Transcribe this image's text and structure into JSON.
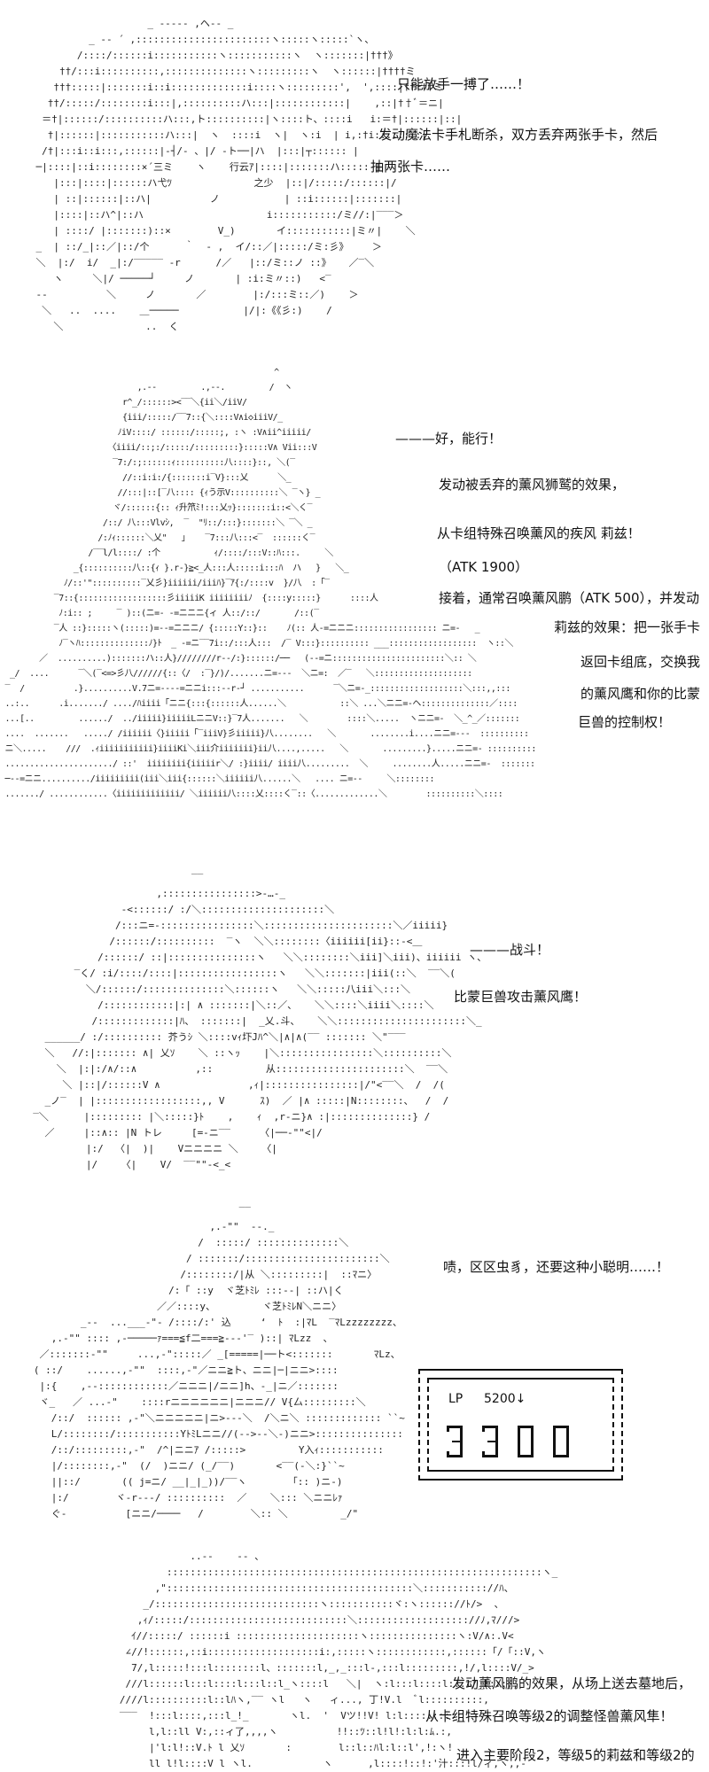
{
  "panels": [
    {
      "art": [
        "                       _ -‐‐‐‐ ,ヘ‐‐ _",
        "             _ -‐ ´ ,:::::::::::::::::::::::ヽ:::::ヽ:::::`ヽ、",
        "           /::::/::::::i:::::::::::ヽ:::::::::::ヽ  ヽ:::::::|†††》",
        "        ††/:::i::::::::::,::::::::::::::ヽ:::::::::ヽ  ヽ::::::|††††ミ",
        "       †††:::::|:::::::i::i:::::::::::::i::::ヽ:::::::::',  ',::::|†††††ミ",
        "      ††/:::::/::::::::i:::|,::::::::::ハ:::|::::::::::::|    ,::|††ﾞ＝ニ|",
        "     ＝†|::::::/::::::::::ハ:::,ト::::::::::|ヽ::::ト、::::i   i:＝†|::::::|::|",
        "      †|::::::|:::::::::::ハ:::|  ヽ  ::::i  ヽ|  ヽ:i  | i,:†i::::::::|",
        "     /†|:::i::i:::,::::::|-┤/‐ 、|/ ‐ト──|ハ  |:::|┬:::::: |",
        "    ─|::::|::i::::::::×´三ミ    ヽ    行云ｱ|::::|:::::::ハ::::: |",
        "       |:::|::::|::::::ハ弋ﾂ              之少  |::|/:::::/::::::|/",
        "       | ::|::::::|::ハ|          ノ           | ::i::::::|:::::::|",
        "       |::::|::ハ^|::ハ                     i:::::::::::/ミ//:|‾‾‾＞",
        "       | ::::/ |:::::::)::×        V_)       イ:::::::::::|ミ〃|    ＼",
        "    _  | ::/_|::／|::/个      ｀  ‐ ,  イ/::／|:::::/ミ:彡》    ＞",
        "    ＼  |:/  i/  _|:/‾‾‾‾‾ ‐r      /／   |::/ミ::ノ ::》   ／‾＼",
        "       ヽ     ＼|/ ─────┘     ノ       | :i:ミ〃::)   <‾",
        "    ‐‐          ＼     ノ       ／        |:/:::ミ::／)    ＞",
        "     ＼   ..  ....    ＿─────           |/|:《《彡:)    /",
        "       ＼              ..  く"
      ],
      "lines": [
        "只能放手一搏了……！",
        "发动魔法卡手札断杀，双方丢弃两张手卡，然后",
        "抽两张卡……"
      ]
    },
    {
      "art": [
        "                                                        ^",
        "                            ,.--         .,--.         /  ヽ",
        "                         r^_/::::::><‾‾＼{ii＼/iiV/",
        "                         {iii/:::::/‾‾7::{＼::::V∧i◇iiiV/_",
        "                        ﾉiV::::/ ::::::/:::::;, :ヽ :V∧ii^iiiii/",
        "                      〈iiii/::;:/:::::/:::::::::}:::::V∧ Vii:::V",
        "                       ‾7:/:;::::::ｨ::::::::::八::::}::, ＼(‾",
        "                         //::i:i:/{:::::::i‾V}:::乂      ＼_",
        "                        //:::|::[‾八:::: {ｨう示V::::::::::＼ ‾ヽ} _",
        "                       ヾ/::::::{:: ｨ升笊ﾐ!:::乂ｯ}:::::::i::<＼く‾",
        "                     /::/ 八:::Vlvｼ,  ‾  \"ﾘ::/:::}:::::::＼ ‾＼ _",
        "                    /:ﾉｨ::::::＼乂\"   ｣    ‾7:::八:::<‾  ::::::く‾",
        "                  /‾‾l/l::::/ :个           ｨ/::::/:::V::ﾊ:::.     ＼",
        "               _{::::::::::八::{ｨ }.r‐}≧<_人:::人:::::i:::ﾊ  ハ   }   ＼_",
        "             ﾉ/::'\"::::::::::‾乂彡}iiiiii/iiiﾊ}‾ｱ{:/::::v  }/八  :「‾",
        "           ‾7::{::::::::::::::::::彡iiiiiK iiiiiiiiﾉ  {::::y:::::}      ::::人",
        "            ﾉ:i:: ;     ‾ )::(ニ=‐ ‐=ニニニ{ィ 人::/::/       /::(‾",
        "           ‾人 ::}:::::ヽ(:::::)=‐‐=ニニニ/ {:::::Y::}::    ﾉ(:: 人‐=ニニニ::::::::::::::::: ニ=‐   _",
        "            ﾉ‾ヽﾊ::::::::::::::ﾉ}ﾄ  _ ‐=ニ‾‾7i::/:::人:::  /‾ V:::}:::::::::: ___::::::::::::::::::  ヽ::＼",
        "        ／  ..........):::::::ハ::人}////////r‐‐/:}::::::/──   (‐‐=ニ:::::::::::::::::::::::＼:: ＼",
        "  _/  ....      ‾＼(‾<=>彡八//////{::〈/  :‾}/)/.......ニ=‐‐‐  ＼ニ=:  ／‾   ＼::::::::::::::::::::",
        " ‾  /          .}..........V.7ニ=‐‐‐‐=ニニi:::‐‐r‐┘ ...........      ‾＼ニ=‐_:::::::::::::::::::＼:::,,:::",
        " ..:..      .i......./ ..../ﾊiiii「ニニ{:::{::::::人......＼           ::＼ ...＼ニニ=‐ヘ::::::::::::::／::::",
        " ...[..         ....../  ../iiiii}iiiiiLニニV::}‾7人.......   ＼        ::::＼.....  ヽニニ=‐  ＼_^_／:::::::",
        " ....  .......   ...../ /iiiiii〈}iiiii「‾iiiV}彡iiiii}八........   ＼       ........i....ニニ=‐‐‐  ::::::::::",
        " ニ＼.....    ///  .ｨiiiiiiiiiii}iiiiKi＼iii介iiiiiii}ii八....,.....   ＼       .........}.....ニニ=‐ ::::::::::",
        " ....................../ ::'  iiiiiiii{iiiiir＼/ :}iiii/ iiii八.........  ＼     ........人.....ニニ=‐  :::::::",
        " ─‐‐=ニニ........../iiiiiiiii(iii＼iii{::::::＼iiiiii八......＼   .... ニ=‐‐     ＼::::::::",
        " ......./ ............〈iiiiiiiiiiiii/ ＼iiiiii八::::乂::::く‾::〈.............＼        ::::::::::＼::::"
      ],
      "lines": [
        "———好，能行！",
        "发动被丢弃的薰风狮鹫的效果，",
        "从卡组特殊召唤薰风的疾风 莉兹！",
        "（ATK 1900）",
        "接着，通常召唤薰风鹏（ATK 500），并发动",
        "莉兹的效果：把一张手卡",
        "返回卡组底，交换我",
        "的薰风鹰和你的比蒙",
        "巨兽的控制权！"
      ]
    },
    {
      "art": [
        "                             ‾‾",
        "                       ,::::::::::::::::>‐…‐_",
        "                 ‐<::::::/ :/＼:::::::::::::::::::::＼",
        "                /:::ニ=‐::::::::::::::::＼::::::::::::::::::::::＼／iiiii}",
        "               /::::::/::::::::::  ‾ヽ  ＼＼::::::::〈iiiiii[ii}::‐<＿",
        "             /::::::/ ::|:::::::::::::::ヽ   ＼＼::::::::＼iii]＼iii)、iiiiii ヽ、",
        "         ‾く/ :i/::::/::::|:::::::::::::::::ヽ   ＼＼:::::::|iii(::＼  ‾‾＼(",
        "           ＼/::::::/::::::::::::::＼::::::ヽ   ＼＼:::::八iii＼:::＼",
        "             /::::::::::::|:| ∧ :::::::|＼::／、   ＼＼::::＼iiii＼::::＼",
        "            /:::::::::::::|ﾊ、 :::::::|  _乂.斗、   ＼＼::::::::::::::::::::::＼_",
        "    ______/ :/:::::::::: 芥うｼ ＼::::vｨ圷Jﾊ^＼|∧|∧(‾‾ ::::::: ＼\"‾‾‾",
        "    ＼   //:|::::::: ∧| 乂ｿ    ＼ ::ヽｯ    |＼::::::::::::::::＼::::::::::＼",
        "      ＼  |:|:/∧/::∧          ,::         从::::::::::::::::::::::＼  ‾‾＼",
        "       ＼ |::|/::::::V ∧               ,ｨ|::::::::::::::::|/\"<‾‾＼  /  /(",
        "    _ノ‾  | |::::::::::::::::::,, V      ｽ)  ／ |∧ :::::|N::::::::、  /  /",
        "  ‾＼      |::::::::: |＼:::::}ﾄ    ,    ｨ  ,r‐ニ}∧ :|::::::::::::::} /",
        "    ／     |::∧:: |N トレ     [=‐ニ‾‾     〈|──‐\"\"<|/",
        "           |:/  〈|  )|    Vニニニニ ＼    〈|",
        "           |/    〈|    V/  ‾‾\"\"‐<_<"
      ],
      "lines": [
        "———战斗！",
        "比蒙巨兽攻击薰风鹰！"
      ]
    },
    {
      "art": [
        "                                      ‾‾",
        "                                 ,.‐\"\"  ‐‐._",
        "                               /  :::::/ ::::::::::::::＼",
        "                             / :::::::/:::::::::::::::::::::::＼",
        "                            /::::::::/|从 ＼:::::::::|  ::ﾏニ〉",
        "                          /:「 ::y  ヾ芝ﾄﾐﾚ :::‐‐| ::ハ|く",
        "                        ／／::::y、        ヾ芝ﾄﾐﾚN＼ニニ〉",
        "           _‐‐  ...___‐\"‐ /::::/:' 込     ‘  ﾄ  :|ﾏL  ‾ﾏLzzzzzzzz、",
        "      ,.‐\"\" :::: ,‐─────ｧ===≦f二===≧‐‐‐'‾ )::| ﾏLzz  、",
        "    ／:::::::‐\"\"     ...,‐\":::::／ _[=====|──ト<:::::::       ﾏLz、",
        "   ( ::/    ......,‐\"\"  ::::,‐\"／ニニ≧ト、ニニ|─|ニニ>::::",
        "    |:{    ,‐‐::::::::::::／ニニニ|/ニニ]h、‐_|ニ／:::::::",
        "    ヾ_   ／ ...‐\"    ::::rニニニニニニ|ニニニ// V{厶:::::::::＼",
        "      /::/  :::::: ,‐\"＼ニニニニニ|ニ>‐‐‐＼  /＼ニ＼ ::::::::::::: ``~",
        "      L/::::::::/:::::::::::YﾄﾐLニニ//(‐‐>‐‐＼‐)ニニ>:::::::::::::::",
        "      /::/:::::::::,‐\"  /^|ニニｱ /:::::>         Y入ｨ:::::::::::",
        "      |/::::::::,‐\"  (/  )ニニ/ (_/‾‾)       <‾‾(‐＼:}``~",
        "      ||::/       (( j=ニ/ __|_|_))/‾‾ヽ       「:: )ニ‐)",
        "      |:/        ヾ‐r‐‐‐/ ::::::::::  ／    ＼::: ＼ニニﾚｧ",
        "      ぐ‐          [ニニ/────   /        ＼:: ＼         _/\""
      ],
      "lines": [
        "啧，区区虫豸，还要这种小聪明……！"
      ],
      "lp": {
        "label": "LP",
        "previous": "5200",
        "arrow": "↓",
        "current": "3300"
      }
    },
    {
      "art": [
        "                       ..‐‐    ‐‐ 、",
        "                   ::::::::::::::::::::::::::::::::::::::::::::::::::::::::::::::::ヽ_",
        "                 ,\"::::::::::::::::::::::::::::::::::::::::::＼::::::::::://ﾊ、",
        "               _/::::::::::::::::::::::::::::ヽ:::::::::::ヾ:ヽ:::::://ﾄ/>  、",
        "              ,ｨ/:::::/:::::::::::::::::::::::::::＼::::::::::::::::::://ﾉ,ﾏ///>",
        "             ｲ//:::::/ ::::::i :::::::::::::::::::::ヽ:::::::::::::::ヽ:V/∧:.V<",
        "            ∠//!::::::,::i:::::::::::::::::::i:,:::::ヽ::::::::::::,::::::「/「::V,ヽ",
        "             7/,l:::::!:::l::::::::l、:::::::l,_,_:::l‐,:::l:::::::::,!/,l::::V/_>",
        "            ///l::::::l:::l::::l:::l::l_ヽ::::l   ＼|  ヽ:l:::l::::l:::l/_!::::,",
        "           ////l::::::::::l::lﾊヽ,‾‾ ヽl   ヽ   ィ..., 丁!V.l  ﾞl::::::::::,",
        "           ‾‾‾  !:::l::::,:::l_!_       ヽl.  '  Vツ!!V! l:l::::::::::",
        "                l,l::ll V:,::ィ了,,,,ヽ          !!::ﾂ::l!l!:l:l:ﾑ.:,",
        "                |'l:l!::V.ﾄ l 乂ｿ       :        l::l::ﾊl:l::l',!:ヽ!",
        "                ll l!l::::V l ヽl.            ヽ      ,l::::!::!:'汁:::!l/ィ,ヽ,,-"
      ],
      "lines": [
        "发动薰风鹏的效果，从场上送去墓地后，",
        "从卡组特殊召唤等级2的调整怪兽薰风隼！",
        "进入主要阶段2，等级5的莉兹和等级2的"
      ]
    }
  ],
  "colors": {
    "text": "#111111",
    "art": "#222222",
    "background": "#ffffff"
  }
}
